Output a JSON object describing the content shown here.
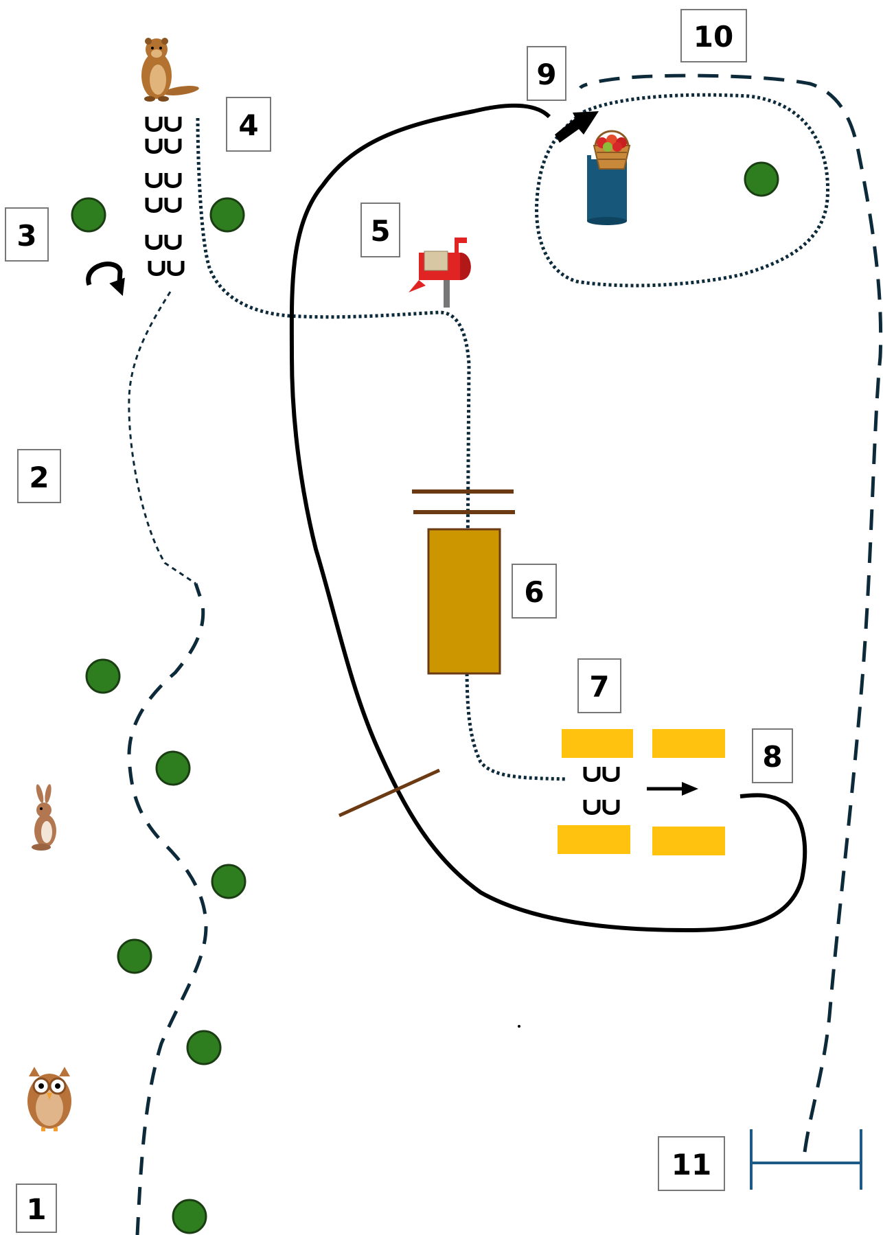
{
  "labels": {
    "n1": "1",
    "n2": "2",
    "n3": "3",
    "n4": "4",
    "n5": "5",
    "n6": "6",
    "n7": "7",
    "n8": "8",
    "n9": "9",
    "n10": "10",
    "n11": "11"
  },
  "colors": {
    "tree": "#2e7d1e",
    "tree_stroke": "#1b3d14",
    "dash_line": "#0d2a3a",
    "solid_line": "#000000",
    "hay_bale": "#ffc20e",
    "wood": "#6b3a12",
    "bridge_box": "#cc9600",
    "barrel": "#17587a",
    "finish": "#1d5a85"
  },
  "icons": {
    "beaver": "beaver-icon",
    "rabbit": "rabbit-icon",
    "owl": "owl-icon",
    "mailbox": "mailbox-icon",
    "apple_basket": "apple-basket-icon",
    "horseshoes": "horseshoe-icon",
    "turn_arrow": "u-turn-arrow-icon"
  }
}
